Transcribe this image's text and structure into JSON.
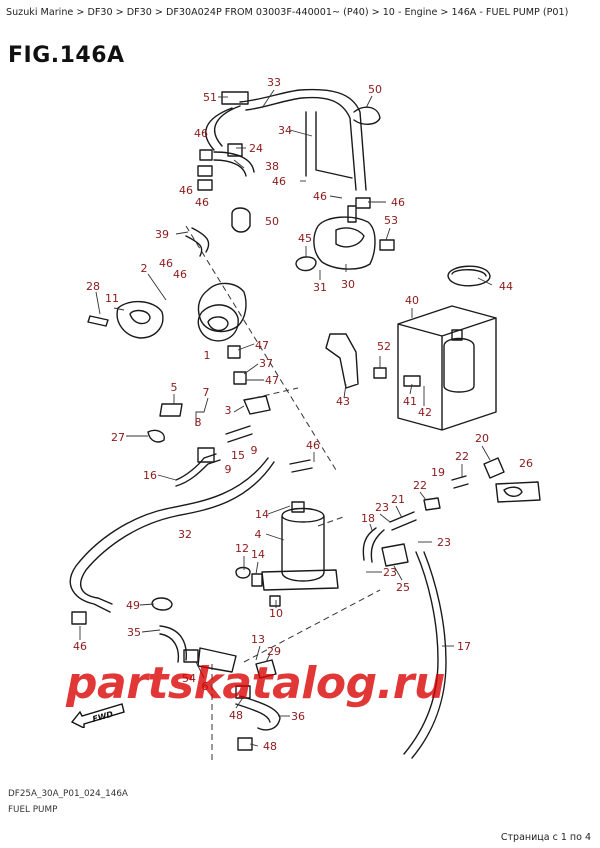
{
  "breadcrumb": [
    "Suzuki Marine",
    "DF30",
    "DF30",
    "DF30A024P FROM 03003F-440001~ (P40)",
    "10 - Engine",
    "146A - FUEL PUMP (P01)"
  ],
  "breadcrumb_separator": " > ",
  "figure_title": "FIG.146A",
  "drawing_code": "DF25A_30A_P01_024_146A",
  "caption": "FUEL PUMP",
  "pagination": "Страница с 1 по 4",
  "watermark": "partskatalog.ru",
  "fwd_label": "FWD",
  "callouts": [
    {
      "id": "c33",
      "text": "33"
    },
    {
      "id": "c51",
      "text": "51"
    },
    {
      "id": "c50a",
      "text": "50"
    },
    {
      "id": "c46a",
      "text": "46"
    },
    {
      "id": "c34",
      "text": "34"
    },
    {
      "id": "c24",
      "text": "24"
    },
    {
      "id": "c38",
      "text": "38"
    },
    {
      "id": "c46b",
      "text": "46"
    },
    {
      "id": "c46c",
      "text": "46"
    },
    {
      "id": "c46d",
      "text": "46"
    },
    {
      "id": "c46e",
      "text": "46"
    },
    {
      "id": "c46f",
      "text": "46"
    },
    {
      "id": "c50b",
      "text": "50"
    },
    {
      "id": "c53",
      "text": "53"
    },
    {
      "id": "c39",
      "text": "39"
    },
    {
      "id": "c45",
      "text": "45"
    },
    {
      "id": "c46g",
      "text": "46"
    },
    {
      "id": "c46h",
      "text": "46"
    },
    {
      "id": "c2",
      "text": "2"
    },
    {
      "id": "c28",
      "text": "28"
    },
    {
      "id": "c11",
      "text": "11"
    },
    {
      "id": "c31",
      "text": "31"
    },
    {
      "id": "c30",
      "text": "30"
    },
    {
      "id": "c44",
      "text": "44"
    },
    {
      "id": "c40",
      "text": "40"
    },
    {
      "id": "c47a",
      "text": "47"
    },
    {
      "id": "c1",
      "text": "1"
    },
    {
      "id": "c37",
      "text": "37"
    },
    {
      "id": "c52",
      "text": "52"
    },
    {
      "id": "c47b",
      "text": "47"
    },
    {
      "id": "c43",
      "text": "43"
    },
    {
      "id": "c5",
      "text": "5"
    },
    {
      "id": "c7",
      "text": "7"
    },
    {
      "id": "c3",
      "text": "3"
    },
    {
      "id": "c41",
      "text": "41"
    },
    {
      "id": "c42",
      "text": "42"
    },
    {
      "id": "c8",
      "text": "8"
    },
    {
      "id": "c27",
      "text": "27"
    },
    {
      "id": "c15",
      "text": "15"
    },
    {
      "id": "c9a",
      "text": "9"
    },
    {
      "id": "c9b",
      "text": "9"
    },
    {
      "id": "c46i",
      "text": "46"
    },
    {
      "id": "c20",
      "text": "20"
    },
    {
      "id": "c16",
      "text": "16"
    },
    {
      "id": "c22a",
      "text": "22"
    },
    {
      "id": "c26",
      "text": "26"
    },
    {
      "id": "c19",
      "text": "19"
    },
    {
      "id": "c22b",
      "text": "22"
    },
    {
      "id": "c21",
      "text": "21"
    },
    {
      "id": "c23a",
      "text": "23"
    },
    {
      "id": "c14a",
      "text": "14"
    },
    {
      "id": "c32",
      "text": "32"
    },
    {
      "id": "c18",
      "text": "18"
    },
    {
      "id": "c4",
      "text": "4"
    },
    {
      "id": "c23b",
      "text": "23"
    },
    {
      "id": "c12",
      "text": "12"
    },
    {
      "id": "c14b",
      "text": "14"
    },
    {
      "id": "c23c",
      "text": "23"
    },
    {
      "id": "c25",
      "text": "25"
    },
    {
      "id": "c49",
      "text": "49"
    },
    {
      "id": "c10",
      "text": "10"
    },
    {
      "id": "c35",
      "text": "35"
    },
    {
      "id": "c13",
      "text": "13"
    },
    {
      "id": "c46j",
      "text": "46"
    },
    {
      "id": "c29",
      "text": "29"
    },
    {
      "id": "c54",
      "text": "54"
    },
    {
      "id": "c6",
      "text": "6"
    },
    {
      "id": "c17",
      "text": "17"
    },
    {
      "id": "c48a",
      "text": "48"
    },
    {
      "id": "c36",
      "text": "36"
    },
    {
      "id": "c48b",
      "text": "48"
    }
  ],
  "colors": {
    "callout": "#8b1a1a",
    "line": "#1a1a1a",
    "leader": "#333333",
    "watermark": "#d90000"
  }
}
